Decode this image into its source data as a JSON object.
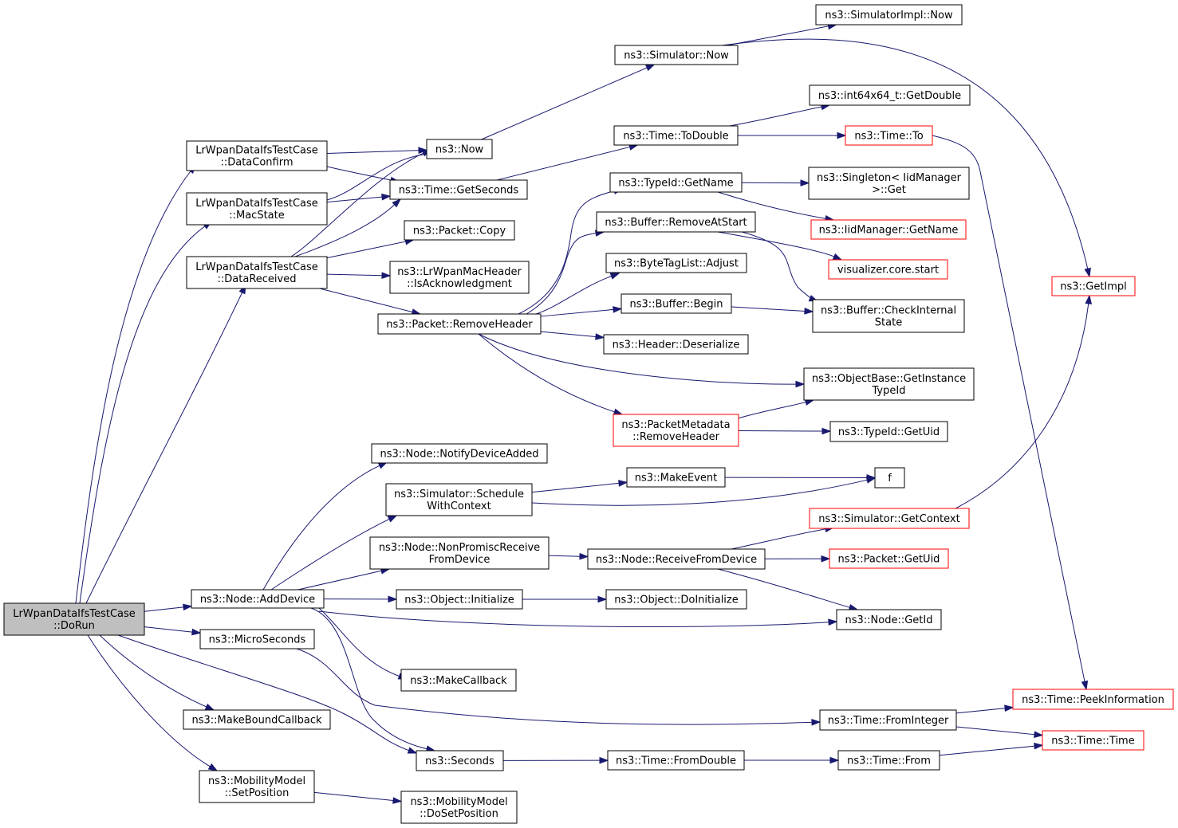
{
  "diagram": {
    "title": "",
    "nodes": [
      {
        "id": "dorun",
        "lines": [
          "LrWpanDataIfsTestCase",
          "::DoRun"
        ],
        "root": true
      },
      {
        "id": "dataconfirm",
        "lines": [
          "LrWpanDataIfsTestCase",
          "::DataConfirm"
        ]
      },
      {
        "id": "macstate",
        "lines": [
          "LrWpanDataIfsTestCase",
          "::MacState"
        ]
      },
      {
        "id": "datareceived",
        "lines": [
          "LrWpanDataIfsTestCase",
          "::DataReceived"
        ]
      },
      {
        "id": "adddevice",
        "lines": [
          "ns3::Node::AddDevice"
        ]
      },
      {
        "id": "microseconds",
        "lines": [
          "ns3::MicroSeconds"
        ]
      },
      {
        "id": "makeboundcallback",
        "lines": [
          "ns3::MakeBoundCallback"
        ]
      },
      {
        "id": "setposition",
        "lines": [
          "ns3::MobilityModel",
          "::SetPosition"
        ]
      },
      {
        "id": "now",
        "lines": [
          "ns3::Now"
        ]
      },
      {
        "id": "getseconds",
        "lines": [
          "ns3::Time::GetSeconds"
        ]
      },
      {
        "id": "packetcopy",
        "lines": [
          "ns3::Packet::Copy"
        ]
      },
      {
        "id": "isack",
        "lines": [
          "ns3::LrWpanMacHeader",
          "::IsAcknowledgment"
        ]
      },
      {
        "id": "removeheader",
        "lines": [
          "ns3::Packet::RemoveHeader"
        ]
      },
      {
        "id": "notifydeviceadded",
        "lines": [
          "ns3::Node::NotifyDeviceAdded"
        ]
      },
      {
        "id": "schedulewithcontext",
        "lines": [
          "ns3::Simulator::Schedule",
          "WithContext"
        ]
      },
      {
        "id": "nonpromisc",
        "lines": [
          "ns3::Node::NonPromiscReceive",
          "FromDevice"
        ]
      },
      {
        "id": "objinit",
        "lines": [
          "ns3::Object::Initialize"
        ]
      },
      {
        "id": "makecallback",
        "lines": [
          "ns3::MakeCallback"
        ]
      },
      {
        "id": "seconds",
        "lines": [
          "ns3::Seconds"
        ]
      },
      {
        "id": "dosetposition",
        "lines": [
          "ns3::MobilityModel",
          "::DoSetPosition"
        ]
      },
      {
        "id": "simnow",
        "lines": [
          "ns3::Simulator::Now"
        ]
      },
      {
        "id": "timetodouble",
        "lines": [
          "ns3::Time::ToDouble"
        ]
      },
      {
        "id": "typeidgetname",
        "lines": [
          "ns3::TypeId::GetName"
        ]
      },
      {
        "id": "bufremoveatstart",
        "lines": [
          "ns3::Buffer::RemoveAtStart"
        ]
      },
      {
        "id": "bytetagadjust",
        "lines": [
          "ns3::ByteTagList::Adjust"
        ]
      },
      {
        "id": "bufbegin",
        "lines": [
          "ns3::Buffer::Begin"
        ]
      },
      {
        "id": "headerdeserialize",
        "lines": [
          "ns3::Header::Deserialize"
        ]
      },
      {
        "id": "pmremoveheader",
        "lines": [
          "ns3::PacketMetadata",
          "::RemoveHeader"
        ],
        "red": true
      },
      {
        "id": "makeevent",
        "lines": [
          "ns3::MakeEvent"
        ]
      },
      {
        "id": "receivefromdevice",
        "lines": [
          "ns3::Node::ReceiveFromDevice"
        ]
      },
      {
        "id": "doinitialize",
        "lines": [
          "ns3::Object::DoInitialize"
        ]
      },
      {
        "id": "timefromdouble",
        "lines": [
          "ns3::Time::FromDouble"
        ]
      },
      {
        "id": "simimplnow",
        "lines": [
          "ns3::SimulatorImpl::Now"
        ]
      },
      {
        "id": "int64getdouble",
        "lines": [
          "ns3::int64x64_t::GetDouble"
        ]
      },
      {
        "id": "timeto",
        "lines": [
          "ns3::Time::To"
        ],
        "red": true
      },
      {
        "id": "singletonget",
        "lines": [
          "ns3::Singleton< IidManager",
          " >::Get"
        ]
      },
      {
        "id": "iidgetname",
        "lines": [
          "ns3::IidManager::GetName"
        ],
        "red": true
      },
      {
        "id": "vizstart",
        "lines": [
          "visualizer.core.start"
        ],
        "red": true
      },
      {
        "id": "checkinternal",
        "lines": [
          "ns3::Buffer::CheckInternal",
          "State"
        ]
      },
      {
        "id": "getinstancetypeid",
        "lines": [
          "ns3::ObjectBase::GetInstance",
          "TypeId"
        ]
      },
      {
        "id": "typeidgetuid",
        "lines": [
          "ns3::TypeId::GetUid"
        ]
      },
      {
        "id": "f",
        "lines": [
          "f"
        ]
      },
      {
        "id": "getcontext",
        "lines": [
          "ns3::Simulator::GetContext"
        ],
        "red": true
      },
      {
        "id": "packetgetuid",
        "lines": [
          "ns3::Packet::GetUid"
        ],
        "red": true
      },
      {
        "id": "nodegetid",
        "lines": [
          "ns3::Node::GetId"
        ]
      },
      {
        "id": "timefrominteger",
        "lines": [
          "ns3::Time::FromInteger"
        ]
      },
      {
        "id": "timefrom",
        "lines": [
          "ns3::Time::From"
        ]
      },
      {
        "id": "getimpl",
        "lines": [
          "ns3::GetImpl"
        ],
        "red": true
      },
      {
        "id": "peekinformation",
        "lines": [
          "ns3::Time::PeekInformation"
        ],
        "red": true
      },
      {
        "id": "timetime",
        "lines": [
          "ns3::Time::Time"
        ],
        "red": true
      }
    ],
    "edges": [
      [
        "dorun",
        "dataconfirm"
      ],
      [
        "dorun",
        "macstate"
      ],
      [
        "dorun",
        "datareceived"
      ],
      [
        "dorun",
        "adddevice"
      ],
      [
        "dorun",
        "microseconds"
      ],
      [
        "dorun",
        "makeboundcallback"
      ],
      [
        "dorun",
        "setposition"
      ],
      [
        "dorun",
        "seconds"
      ],
      [
        "dataconfirm",
        "now"
      ],
      [
        "dataconfirm",
        "getseconds"
      ],
      [
        "macstate",
        "now"
      ],
      [
        "macstate",
        "getseconds"
      ],
      [
        "datareceived",
        "now"
      ],
      [
        "datareceived",
        "getseconds"
      ],
      [
        "datareceived",
        "packetcopy"
      ],
      [
        "datareceived",
        "isack"
      ],
      [
        "datareceived",
        "removeheader"
      ],
      [
        "now",
        "simnow"
      ],
      [
        "getseconds",
        "timetodouble"
      ],
      [
        "simnow",
        "simimplnow"
      ],
      [
        "simnow",
        "getimpl"
      ],
      [
        "timetodouble",
        "int64getdouble"
      ],
      [
        "timetodouble",
        "timeto"
      ],
      [
        "timeto",
        "peekinformation"
      ],
      [
        "removeheader",
        "typeidgetname"
      ],
      [
        "removeheader",
        "bufremoveatstart"
      ],
      [
        "removeheader",
        "bytetagadjust"
      ],
      [
        "removeheader",
        "bufbegin"
      ],
      [
        "removeheader",
        "headerdeserialize"
      ],
      [
        "removeheader",
        "getinstancetypeid"
      ],
      [
        "removeheader",
        "pmremoveheader"
      ],
      [
        "typeidgetname",
        "singletonget"
      ],
      [
        "typeidgetname",
        "iidgetname"
      ],
      [
        "bufremoveatstart",
        "vizstart"
      ],
      [
        "bufremoveatstart",
        "checkinternal"
      ],
      [
        "bufbegin",
        "checkinternal"
      ],
      [
        "pmremoveheader",
        "getinstancetypeid"
      ],
      [
        "pmremoveheader",
        "typeidgetuid"
      ],
      [
        "adddevice",
        "notifydeviceadded"
      ],
      [
        "adddevice",
        "schedulewithcontext"
      ],
      [
        "adddevice",
        "nonpromisc"
      ],
      [
        "adddevice",
        "objinit"
      ],
      [
        "adddevice",
        "nodegetid"
      ],
      [
        "adddevice",
        "makecallback"
      ],
      [
        "adddevice",
        "seconds"
      ],
      [
        "schedulewithcontext",
        "makeevent"
      ],
      [
        "schedulewithcontext",
        "f"
      ],
      [
        "makeevent",
        "f"
      ],
      [
        "nonpromisc",
        "receivefromdevice"
      ],
      [
        "receivefromdevice",
        "getcontext"
      ],
      [
        "receivefromdevice",
        "packetgetuid"
      ],
      [
        "receivefromdevice",
        "nodegetid"
      ],
      [
        "getcontext",
        "getimpl"
      ],
      [
        "objinit",
        "doinitialize"
      ],
      [
        "microseconds",
        "timefrominteger"
      ],
      [
        "timefrominteger",
        "peekinformation"
      ],
      [
        "timefrominteger",
        "timetime"
      ],
      [
        "seconds",
        "timefromdouble"
      ],
      [
        "timefromdouble",
        "timefrom"
      ],
      [
        "timefrom",
        "timetime"
      ],
      [
        "setposition",
        "dosetposition"
      ]
    ],
    "colors": {
      "edge": "#191970",
      "node_border": "#000000",
      "node_border_red": "#ff0000",
      "root_fill": "#bfbfbf"
    }
  }
}
